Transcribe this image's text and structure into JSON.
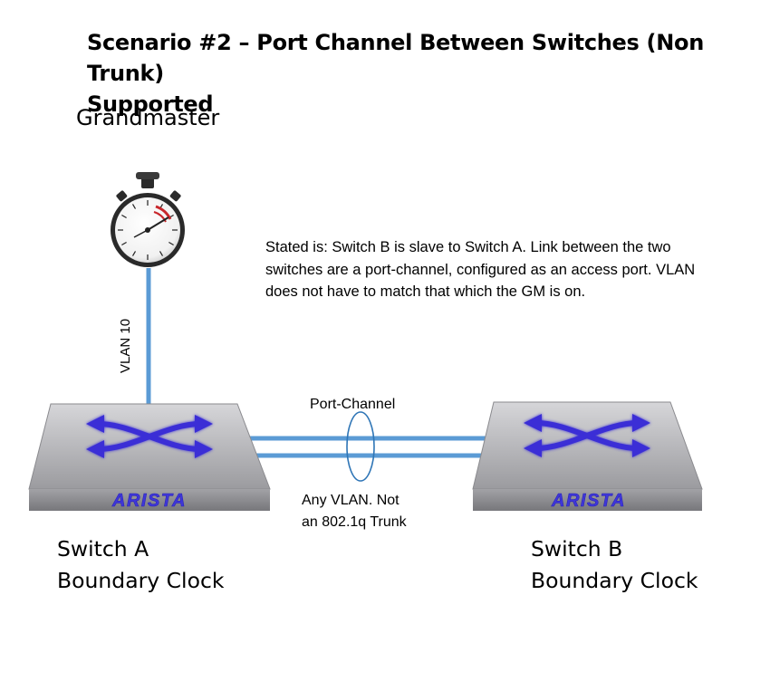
{
  "title": {
    "line1": "Scenario #2 – Port Channel Between Switches (Non Trunk)",
    "line2": "Supported"
  },
  "grandmaster": {
    "label": "Grandmaster",
    "icon": "stopwatch-icon"
  },
  "description": {
    "line1": "Stated is: Switch B is slave to Switch A.  Link between the two",
    "line2": "switches are a port-channel, configured as an access port.  VLAN",
    "line3": "does not have to match that which the GM is on."
  },
  "vlan_link": {
    "label": "VLAN 10"
  },
  "port_channel": {
    "label": "Port-Channel",
    "note_line1": "Any VLAN.  Not",
    "note_line2": "an 802.1q Trunk"
  },
  "switch_a": {
    "brand": "ARISTA",
    "name": "Switch A",
    "role": "Boundary Clock"
  },
  "switch_b": {
    "brand": "ARISTA",
    "name": "Switch B",
    "role": "Boundary Clock"
  },
  "colors": {
    "link": "#5b9bd5",
    "arrows": "#3a2fd6",
    "switch_top": "#a7a7ab",
    "switch_front": "#8f8f93",
    "brand_text": "#3f37d8"
  }
}
